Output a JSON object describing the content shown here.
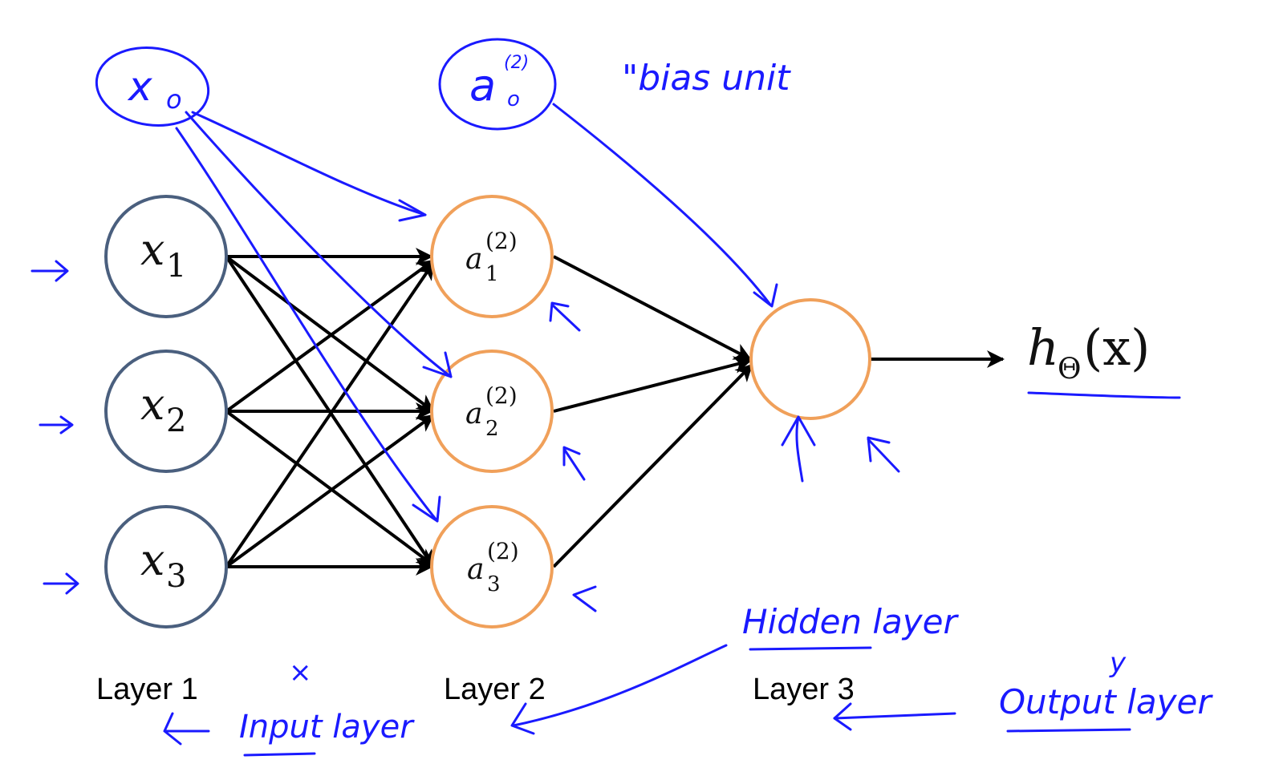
{
  "colors": {
    "input_node": "#4a5f7e",
    "hidden_node": "#f0a05a",
    "edge": "#000000",
    "annotation_ink": "#1a1aff"
  },
  "nodes": {
    "input": [
      {
        "var": "x",
        "sub": "1"
      },
      {
        "var": "x",
        "sub": "2"
      },
      {
        "var": "x",
        "sub": "3"
      }
    ],
    "hidden": [
      {
        "var": "a",
        "sup": "(2)",
        "sub": "1"
      },
      {
        "var": "a",
        "sup": "(2)",
        "sub": "2"
      },
      {
        "var": "a",
        "sup": "(2)",
        "sub": "3"
      }
    ],
    "output_label": {
      "h": "h",
      "sub": "Θ",
      "arg": "(x)"
    }
  },
  "layer_labels": [
    "Layer 1",
    "Layer 2",
    "Layer 3"
  ],
  "annotations": {
    "x0": {
      "var": "x",
      "sub": "o"
    },
    "a0": {
      "var": "a",
      "sup": "(2)",
      "sub": "o"
    },
    "bias_unit": "\"bias unit",
    "hidden_layer": "Hidden layer",
    "input_layer": "Input layer",
    "output_layer": "Output layer",
    "y": "y",
    "x_mark": "×"
  }
}
